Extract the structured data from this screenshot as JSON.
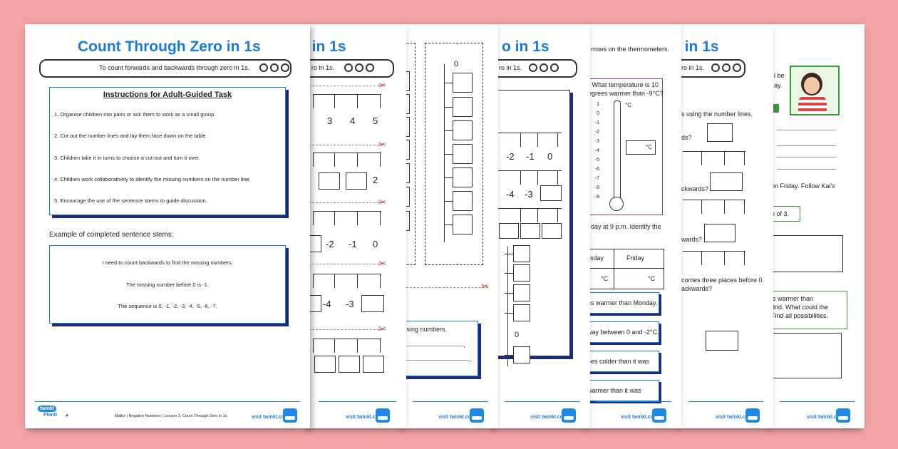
{
  "main_sheet": {
    "title": "Count Through Zero in 1s",
    "objective": "To count forwards and backwards through zero in 1s.",
    "instructions_heading": "Instructions for Adult-Guided Task",
    "instructions": [
      "1. Organise children into pairs or ask them to work as a small group.",
      "2. Cut out the number lines and lay them face down on the table.",
      "3. Children take it in turns to choose a cut-out and turn it over.",
      "4. Children work collaboratively to identify the missing numbers on the number line.",
      "5. Encourage the use of the sentence stems to guide discussion."
    ],
    "example_heading": "Example of completed sentence stems:",
    "example_stems": [
      "I need to count backwards to find the missing numbers.",
      "The missing number before 0 is -1.",
      "The sequence is 0, -1, -2, -3, -4, -5, -6, -7."
    ],
    "footer_text": "Maths | Negative Numbers | Lesson 2: Count Through Zero in 1s",
    "visit": "visit twinkl.com",
    "logo_top": "twinkl",
    "logo_bottom": "PlanIt"
  },
  "sheet2": {
    "title_fragment": "o in 1s",
    "objective_fragment": "ro in 1s.",
    "row1": [
      "3",
      "4",
      "5"
    ],
    "row2": [
      "2"
    ],
    "row3": [
      "-2",
      "-1",
      "0"
    ],
    "row4": [
      "-4",
      "-3"
    ],
    "visit": "visit twinkl.com"
  },
  "sheet3": {
    "vertical_zero": "0",
    "prompt_fragment": "ssing numbers.",
    "comma": ",",
    "visit": "visit twinkl.com"
  },
  "sheet4": {
    "title_fragment": "o in 1s",
    "objective_fragment": "ro in 1s.",
    "row1": [
      "-2",
      "-1",
      "0"
    ],
    "row2": [
      "-4",
      "-3"
    ],
    "vertical_zero": "0",
    "visit": "visit twinkl.com"
  },
  "sheet5": {
    "header_fragment": "rrows on the thermometers.",
    "question_lines": [
      ") What temperature is 10",
      "egrees warmer than -9°C?"
    ],
    "thermo_labels": [
      "1",
      "0",
      "-1",
      "-2",
      "-3",
      "-4",
      "-5",
      "-6",
      "-7",
      "-8",
      "-9"
    ],
    "unit": "°C",
    "box_unit": "°C",
    "q2_fragment": "day at 9 p.m. Identify the",
    "table_headers": [
      "rsday",
      "Friday"
    ],
    "table_units": [
      "°C",
      "°C"
    ],
    "statements": [
      "es warmer than Monday.",
      "way between 0 and -2°C.",
      "ees colder than it was",
      "warmer than it was"
    ],
    "visit": "visit twinkl.com"
  },
  "sheet6": {
    "title_fragment": "o in 1s",
    "objective_fragment": "ro in 1s.",
    "intro_fragment": "s using the number lines.",
    "q_fragments": [
      "ds?",
      "ckwards?",
      "wards?"
    ],
    "q4_lines": [
      "comes three places before 0",
      "ackwards?"
    ],
    "visit": "visit twinkl.com"
  },
  "sheet7": {
    "speech_lines": [
      "l be",
      "ay."
    ],
    "friday_fragment": "on Friday. Follow Kai's",
    "box_fragment": "e of 3.",
    "green_lines": [
      "is warmer than",
      "drid. What could the",
      "Find all possibilities."
    ],
    "visit": "visit twinkl.com"
  },
  "colors": {
    "background": "#f4a3a3",
    "accent_blue": "#1a7bd8",
    "navy": "#1f2a7a",
    "purple_frame": "#6a3a8c",
    "green": "#3a9b3a",
    "scissors": "#c0392b"
  }
}
